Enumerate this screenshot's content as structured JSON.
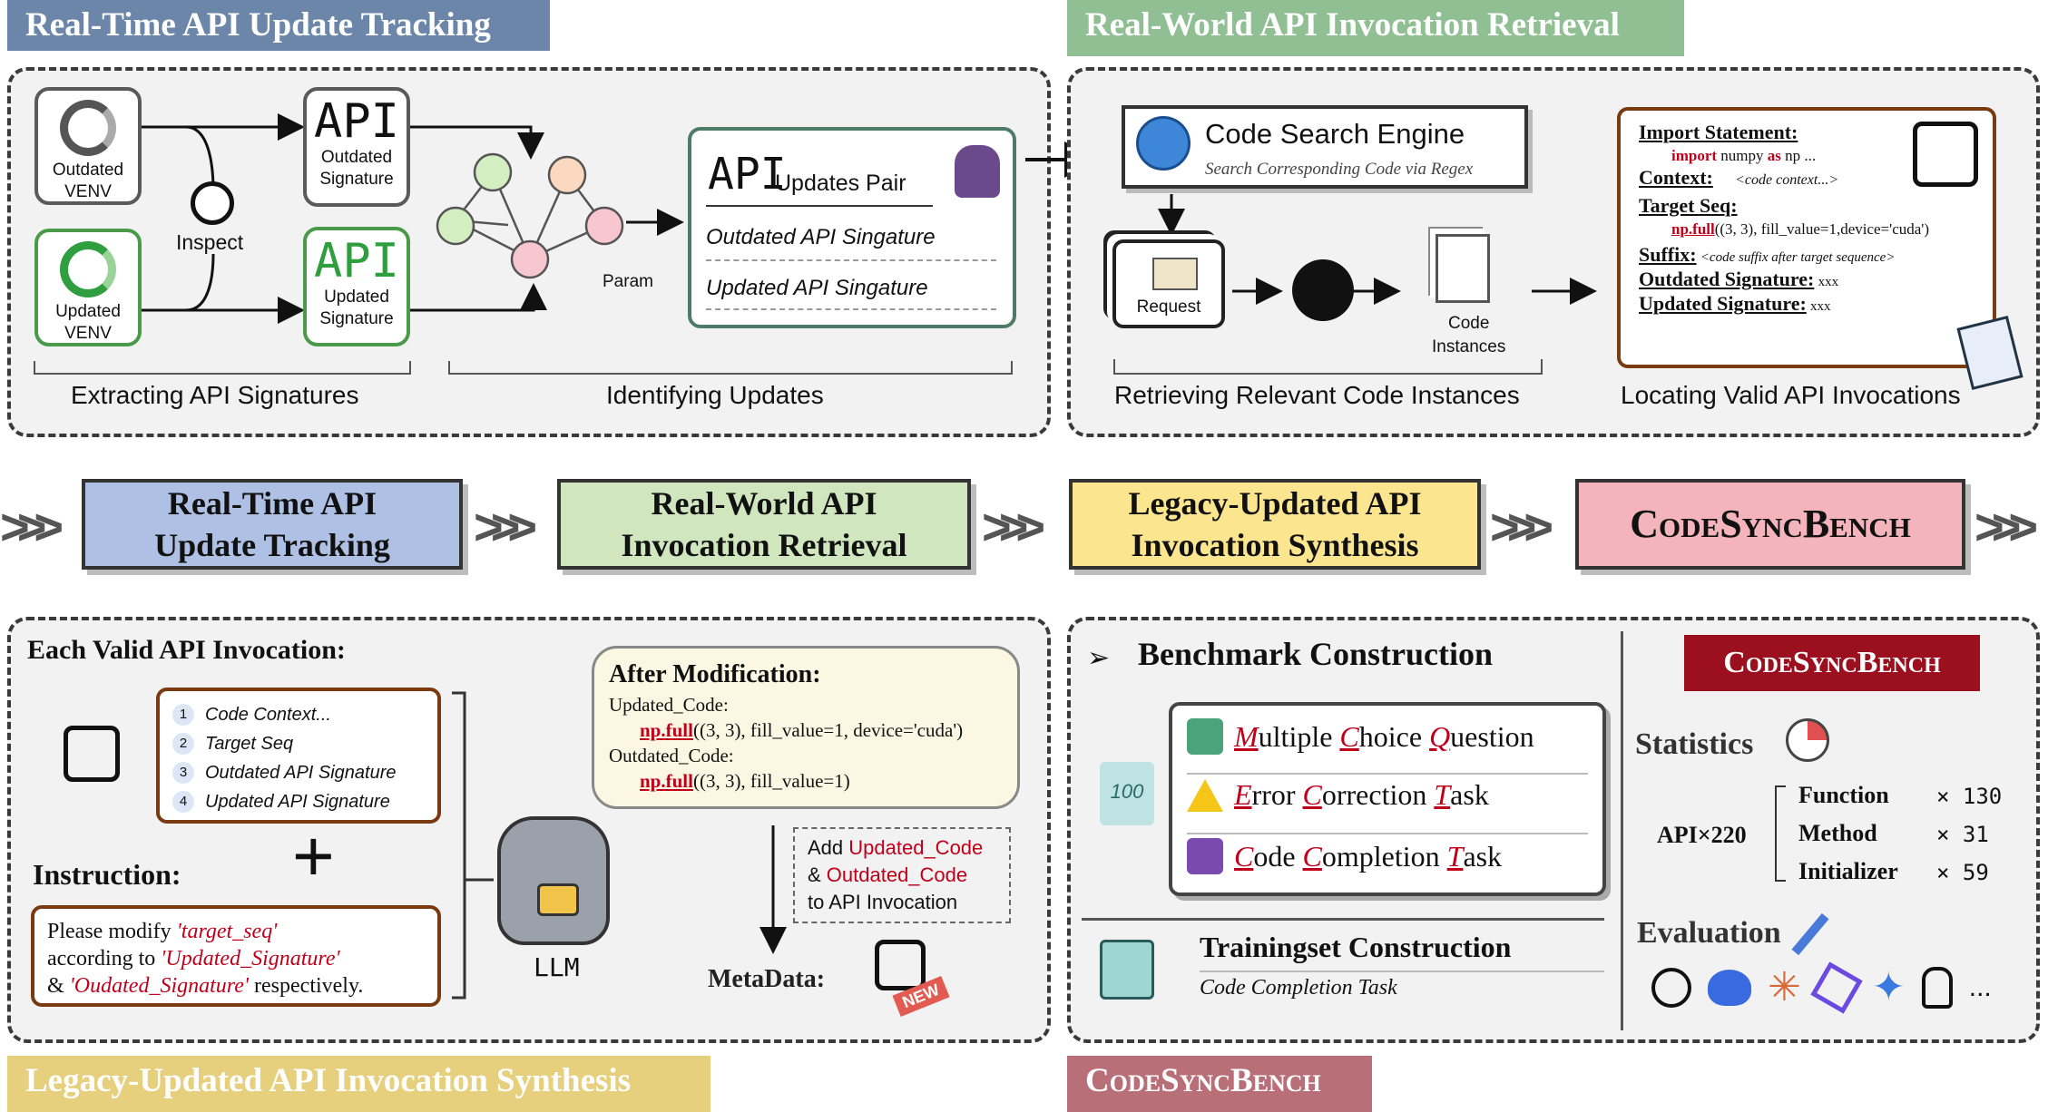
{
  "tags": {
    "top_left": "Real-Time API Update Tracking",
    "top_right": "Real-World API Invocation Retrieval",
    "bottom_left": "Legacy-Updated API Invocation Synthesis",
    "bottom_right": "CodeSyncBench"
  },
  "colors": {
    "tag_blue": "#6b86a8",
    "tag_green": "#8fbf92",
    "tag_yellow": "#e6cf7d",
    "tag_pink": "#b86f78",
    "stage_blue": "#aec0e4",
    "stage_green": "#cfe6bf",
    "stage_yellow": "#fbe58f",
    "stage_pink": "#f3b4bb",
    "brand_red": "#9b0f1f",
    "highlight_red": "#c0001a"
  },
  "top_left": {
    "outdated_venv": [
      "Outdated",
      "VENV"
    ],
    "updated_venv": [
      "Updated",
      "VENV"
    ],
    "inspect": "Inspect",
    "api_outdated": {
      "api": "API",
      "lines": [
        "Outdated",
        "Signature"
      ]
    },
    "api_updated": {
      "api": "API",
      "lines": [
        "Updated",
        "Signature"
      ]
    },
    "param": "Param",
    "pair_card": {
      "api": "API",
      "title": "Updates  Pair",
      "outdated": "Outdated API Singature",
      "updated": "Updated API Singature"
    },
    "caption_left": "Extracting API Signatures",
    "caption_right": "Identifying Updates"
  },
  "top_right": {
    "search_engine": {
      "title": "Code Search Engine",
      "subtitle": "Search Corresponding Code via Regex"
    },
    "request": "Request",
    "code_instances": [
      "Code",
      "Instances"
    ],
    "caption_left": "Retrieving Relevant Code Instances",
    "caption_right": "Locating Valid API Invocations",
    "invocation": {
      "import_label": "Import Statement:",
      "import_code": {
        "kw1": "import",
        "mid": " numpy ",
        "kw2": "as",
        "end": " np ..."
      },
      "context_label": "Context:",
      "context_value": "<code context...>",
      "target_label": "Target Seq:",
      "target_fn": "np.full",
      "target_args": "((3, 3), fill_value=1,device='cuda')",
      "suffix_label": "Suffix:",
      "suffix_value": "<code suffix after target sequence>",
      "outdated_label": "Outdated  Signature:",
      "outdated_value": "xxx",
      "updated_label": "Updated  Signature:",
      "updated_value": "xxx"
    }
  },
  "stages": [
    {
      "lines": [
        "Real-Time API",
        "Update Tracking"
      ]
    },
    {
      "lines": [
        "Real-World API",
        "Invocation Retrieval"
      ]
    },
    {
      "lines": [
        "Legacy-Updated API",
        "Invocation Synthesis"
      ]
    },
    {
      "lines": [
        "CodeSyncBench"
      ]
    }
  ],
  "chevrons": ">>>",
  "bottom_left": {
    "heading": "Each Valid API Invocation:",
    "items": [
      {
        "num": "1",
        "text": "Code Context..."
      },
      {
        "num": "2",
        "text": "Target Seq"
      },
      {
        "num": "3",
        "text": "Outdated API Signature"
      },
      {
        "num": "4",
        "text": "Updated API Signature"
      }
    ],
    "plus": "+",
    "instruction_label": "Instruction:",
    "instruction": {
      "p1": "Please modify ",
      "q1": "'target_seq'",
      "p2": "according to ",
      "q2": "'Updated_Signature'",
      "p3": "& ",
      "q3": "'Oudated_Signature'",
      "p4": " respectively."
    },
    "llm": "LLM",
    "bubble": {
      "title": "After Modification:",
      "updated_label": "Updated_Code:",
      "updated_fn": "np.full",
      "updated_args": "((3, 3), fill_value=1, device='cuda')",
      "outdated_label": "Outdated_Code:",
      "outdated_fn": "np.full",
      "outdated_args": "((3, 3), fill_value=1)"
    },
    "add_box": {
      "l1a": "Add ",
      "l1b": "Updated_Code",
      "l2a": "& ",
      "l2b": "Outdated_Code",
      "l3": "to API Invocation"
    },
    "metadata": "MetaData:",
    "new_badge": "NEW"
  },
  "bottom_right": {
    "benchmark_title": "Benchmark Construction",
    "tasks": [
      {
        "parts": [
          [
            "M",
            true
          ],
          [
            "ultiple ",
            false
          ],
          [
            "C",
            true
          ],
          [
            "hoice ",
            false
          ],
          [
            "Q",
            true
          ],
          [
            "uestion",
            false
          ]
        ]
      },
      {
        "parts": [
          [
            "E",
            true
          ],
          [
            "rror ",
            false
          ],
          [
            "C",
            true
          ],
          [
            "orrection ",
            false
          ],
          [
            "T",
            true
          ],
          [
            "ask",
            false
          ]
        ]
      },
      {
        "parts": [
          [
            "C",
            true
          ],
          [
            "ode ",
            false
          ],
          [
            "C",
            true
          ],
          [
            "ompletion ",
            false
          ],
          [
            "T",
            true
          ],
          [
            "ask",
            false
          ]
        ]
      }
    ],
    "score_badge": "100",
    "training_title": "Trainingset Construction",
    "training_sub": "Code Completion Task",
    "brand": "CodeSyncBench",
    "statistics": "Statistics",
    "api_count": "API×220",
    "stats": [
      {
        "label": "Function",
        "value": "× 130"
      },
      {
        "label": "Method",
        "value": "× 31"
      },
      {
        "label": "Initializer",
        "value": "× 59"
      }
    ],
    "evaluation": "Evaluation",
    "ellipsis": "..."
  }
}
